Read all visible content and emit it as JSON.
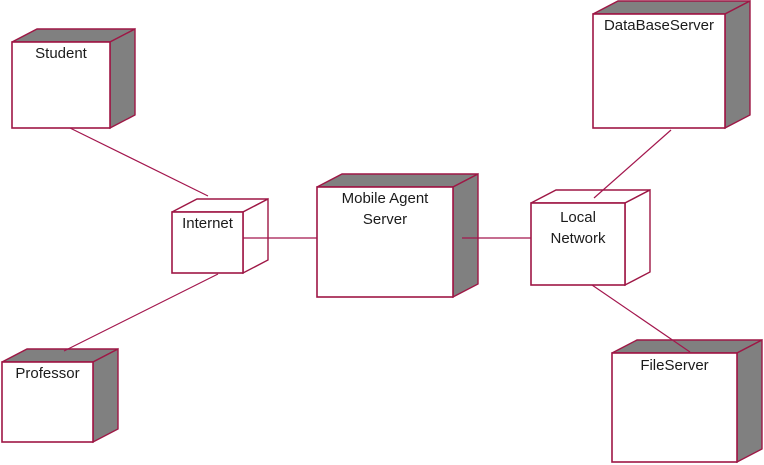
{
  "diagram": {
    "kind": "uml-deployment-diagram",
    "background": "#ffffff",
    "colors": {
      "node_border": "#9e1745",
      "node_front_fill": "#ffffff",
      "node_side_fill_shaded": "#808080",
      "node_side_fill_plain": "#ffffff",
      "connector": "#a3164d",
      "label_text": "#1b1b1b"
    },
    "nodes": [
      {
        "id": "student",
        "label": "Student",
        "shading": "gray"
      },
      {
        "id": "databaseserver",
        "label": "DataBaseServer",
        "shading": "gray"
      },
      {
        "id": "internet",
        "label": "Internet",
        "shading": "white"
      },
      {
        "id": "mobile-agent-server",
        "label": "Mobile Agent Server",
        "shading": "gray"
      },
      {
        "id": "local-network",
        "label": "Local Network",
        "shading": "white"
      },
      {
        "id": "professor",
        "label": "Professor",
        "shading": "gray"
      },
      {
        "id": "fileserver",
        "label": "FileServer",
        "shading": "gray"
      }
    ],
    "connections": [
      {
        "from": "Student",
        "to": "Internet"
      },
      {
        "from": "Professor",
        "to": "Internet"
      },
      {
        "from": "Internet",
        "to": "Mobile Agent Server"
      },
      {
        "from": "Mobile Agent Server",
        "to": "Local Network"
      },
      {
        "from": "Local Network",
        "to": "DataBaseServer"
      },
      {
        "from": "Local Network",
        "to": "FileServer"
      }
    ]
  }
}
